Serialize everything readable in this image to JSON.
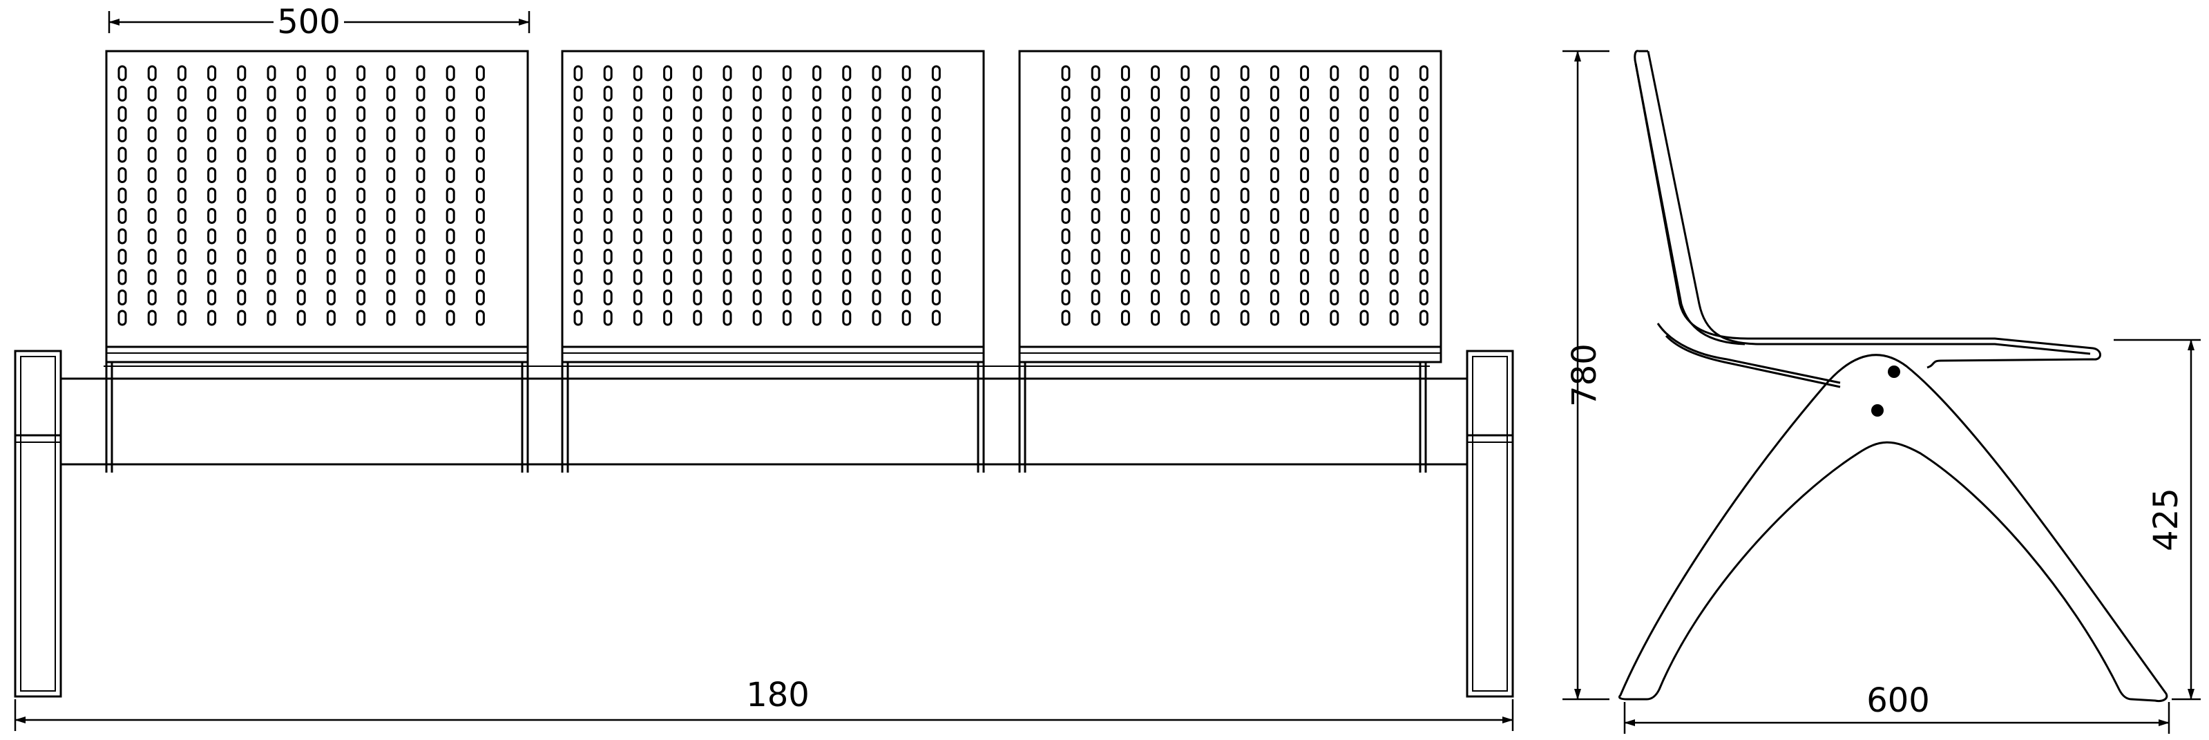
{
  "dimensions": {
    "seat_width": "500",
    "total_length": "180",
    "height": "780",
    "seat_height": "425",
    "depth": "600"
  }
}
